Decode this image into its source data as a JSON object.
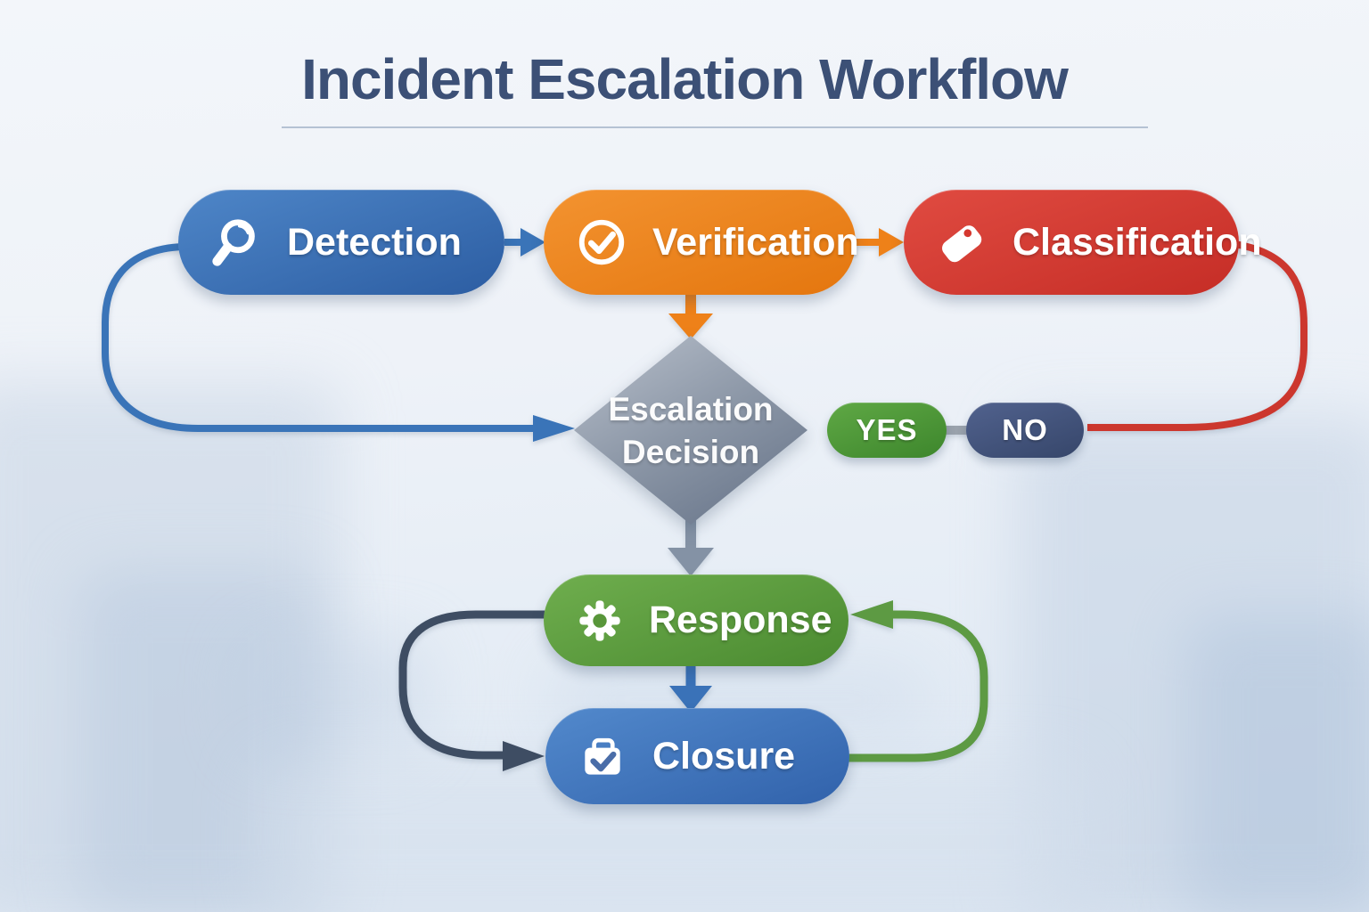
{
  "title": "Incident Escalation Workflow",
  "nodes": {
    "detection": {
      "label": "Detection",
      "icon": "magnifier-icon",
      "color": "#3a72b8"
    },
    "verification": {
      "label": "Verification",
      "icon": "check-circle-icon",
      "color": "#ee8119"
    },
    "classification": {
      "label": "Classification",
      "icon": "tag-icon",
      "color": "#d5382f"
    },
    "decision": {
      "line1": "Escalation",
      "line2": "Decision",
      "color": "#8290a3"
    },
    "response": {
      "label": "Response",
      "icon": "gear-icon",
      "color": "#5b9c3d"
    },
    "closure": {
      "label": "Closure",
      "icon": "archive-check-icon",
      "color": "#3f74bf"
    }
  },
  "branches": {
    "yes": {
      "label": "YES",
      "color": "#4f9838"
    },
    "no": {
      "label": "NO",
      "color": "#42527c"
    }
  },
  "edges": [
    {
      "from": "detection",
      "to": "verification",
      "color": "#3a74b8"
    },
    {
      "from": "verification",
      "to": "classification",
      "color": "#ee8119"
    },
    {
      "from": "verification",
      "to": "decision",
      "color": "#ee8119"
    },
    {
      "from": "detection",
      "to": "decision",
      "color": "#3a74b8"
    },
    {
      "from": "classification",
      "to": "no",
      "color": "#cc372e"
    },
    {
      "from": "yes",
      "to": "no",
      "color": "#9aa2ac"
    },
    {
      "from": "decision",
      "to": "response",
      "color": "#8492a5"
    },
    {
      "from": "response",
      "to": "closure",
      "color": "#3a72b8"
    },
    {
      "from": "response",
      "to": "closure",
      "via": "left-loop",
      "color": "#3e4d63"
    },
    {
      "from": "closure",
      "to": "response",
      "via": "right-loop",
      "color": "#5d9a43"
    }
  ]
}
